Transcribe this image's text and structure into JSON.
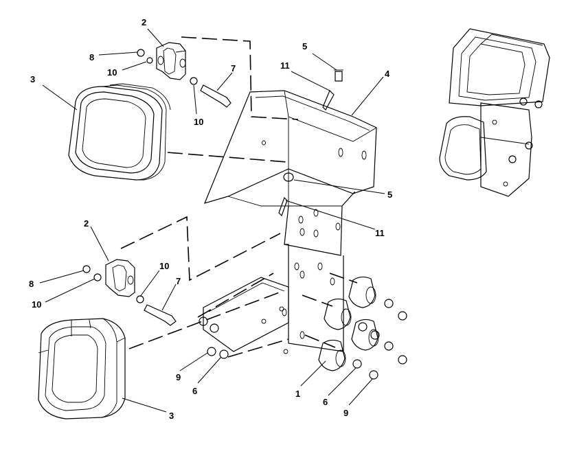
{
  "diagram": {
    "callouts": [
      {
        "id": "c2-top",
        "text": "2"
      },
      {
        "id": "c8-top",
        "text": "8"
      },
      {
        "id": "c10-top",
        "text": "10"
      },
      {
        "id": "c3-top",
        "text": "3"
      },
      {
        "id": "c10-mid",
        "text": "10"
      },
      {
        "id": "c7-top",
        "text": "7"
      },
      {
        "id": "c5-top",
        "text": "5"
      },
      {
        "id": "c11-top",
        "text": "11"
      },
      {
        "id": "c4",
        "text": "4"
      },
      {
        "id": "c5-mid",
        "text": "5"
      },
      {
        "id": "c11-mid",
        "text": "11"
      },
      {
        "id": "c2-bot",
        "text": "2"
      },
      {
        "id": "c8-bot",
        "text": "8"
      },
      {
        "id": "c10-bot-a",
        "text": "10"
      },
      {
        "id": "c10-bot-b",
        "text": "10"
      },
      {
        "id": "c7-bot",
        "text": "7"
      },
      {
        "id": "c9-left",
        "text": "9"
      },
      {
        "id": "c6-left",
        "text": "6"
      },
      {
        "id": "c1",
        "text": "1"
      },
      {
        "id": "c6-right",
        "text": "6"
      },
      {
        "id": "c9-right",
        "text": "9"
      },
      {
        "id": "c3-bot",
        "text": "3"
      }
    ]
  }
}
